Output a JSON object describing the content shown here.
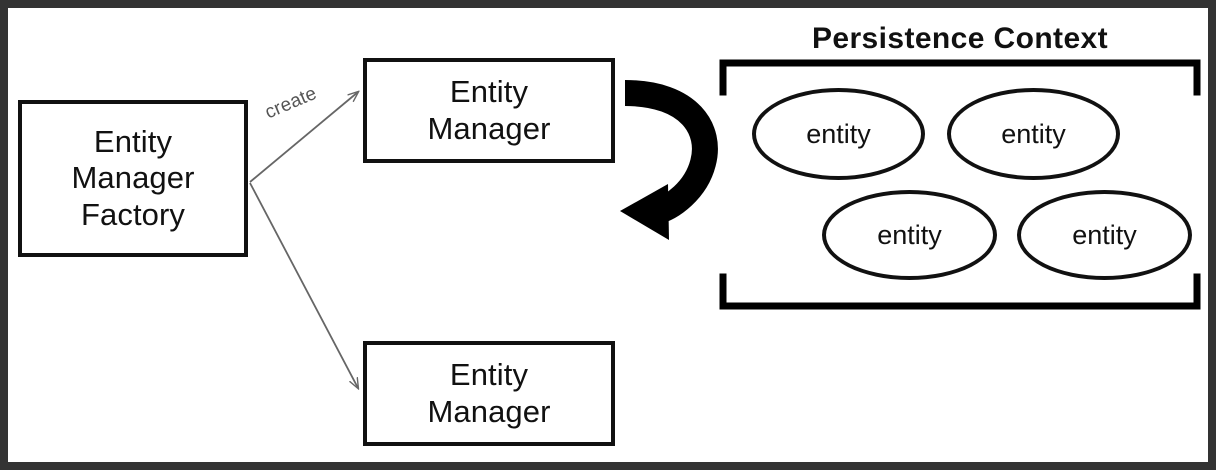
{
  "diagram": {
    "title": "Persistence Context",
    "frame_color": "#333333",
    "line_color": "#111111",
    "thin_line_color": "#666666",
    "nodes": [
      {
        "id": "emf",
        "label": "Entity\nManager\nFactory",
        "name": "entity-manager-factory-box"
      },
      {
        "id": "em_top",
        "label": "Entity\nManager",
        "name": "entity-manager-box-top"
      },
      {
        "id": "em_bottom",
        "label": "Entity\nManager",
        "name": "entity-manager-box-bottom"
      }
    ],
    "edges": [
      {
        "id": "create_top",
        "label": "create",
        "from": "emf",
        "to": "em_top",
        "style": "thin-arrow"
      },
      {
        "id": "create_bottom",
        "label": "",
        "from": "emf",
        "to": "em_bottom",
        "style": "thin-arrow"
      },
      {
        "id": "manages",
        "label": "",
        "from": "em_top",
        "to": "persistence_context",
        "style": "thick-curved-arrow"
      }
    ],
    "persistence_context": {
      "title": "Persistence Context",
      "bracket_style": "square-bracket-top-bottom",
      "entities": [
        {
          "label": "entity"
        },
        {
          "label": "entity"
        },
        {
          "label": "entity"
        },
        {
          "label": "entity"
        }
      ]
    }
  }
}
